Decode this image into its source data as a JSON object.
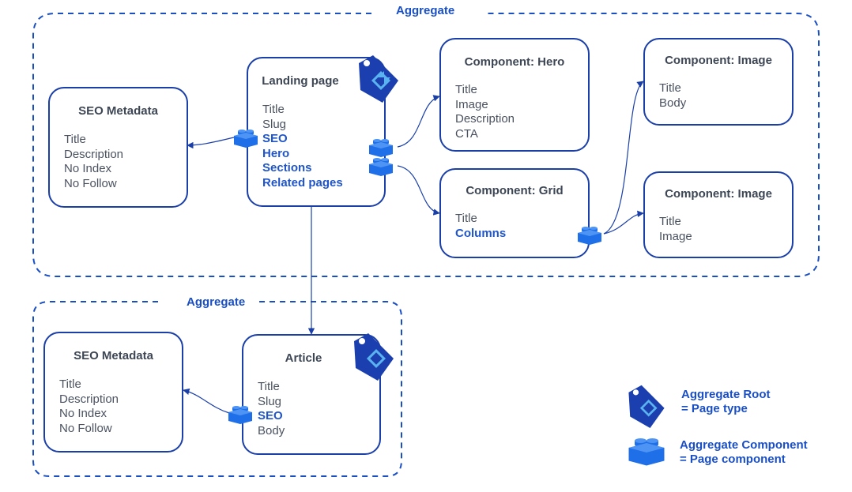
{
  "groups": [
    {
      "id": "aggregate-top",
      "label": "Aggregate"
    },
    {
      "id": "aggregate-bottom",
      "label": "Aggregate"
    }
  ],
  "nodes": {
    "seo_top": {
      "title": "SEO Metadata",
      "fields": [
        {
          "text": "Title",
          "link": false
        },
        {
          "text": "Description",
          "link": false
        },
        {
          "text": "No Index",
          "link": false
        },
        {
          "text": "No Follow",
          "link": false
        }
      ]
    },
    "landing": {
      "title": "Landing page",
      "fields": [
        {
          "text": "Title",
          "link": false
        },
        {
          "text": "Slug",
          "link": false
        },
        {
          "text": "SEO",
          "link": true
        },
        {
          "text": "Hero",
          "link": true
        },
        {
          "text": "Sections",
          "link": true
        },
        {
          "text": "Related pages",
          "link": true
        }
      ]
    },
    "hero": {
      "title": "Component: Hero",
      "fields": [
        {
          "text": "Title",
          "link": false
        },
        {
          "text": "Image",
          "link": false
        },
        {
          "text": "Description",
          "link": false
        },
        {
          "text": "CTA",
          "link": false
        }
      ]
    },
    "grid": {
      "title": "Component: Grid",
      "fields": [
        {
          "text": "Title",
          "link": false
        },
        {
          "text": "Columns",
          "link": true
        }
      ]
    },
    "image1": {
      "title": "Component: Image",
      "fields": [
        {
          "text": "Title",
          "link": false
        },
        {
          "text": "Body",
          "link": false
        }
      ]
    },
    "image2": {
      "title": "Component: Image",
      "fields": [
        {
          "text": "Title",
          "link": false
        },
        {
          "text": "Image",
          "link": false
        }
      ]
    },
    "seo_bottom": {
      "title": "SEO Metadata",
      "fields": [
        {
          "text": "Title",
          "link": false
        },
        {
          "text": "Description",
          "link": false
        },
        {
          "text": "No Index",
          "link": false
        },
        {
          "text": "No Follow",
          "link": false
        }
      ]
    },
    "article": {
      "title": "Article",
      "fields": [
        {
          "text": "Title",
          "link": false
        },
        {
          "text": "Slug",
          "link": false
        },
        {
          "text": "SEO",
          "link": true
        },
        {
          "text": "Body",
          "link": false
        }
      ]
    }
  },
  "edges": [
    {
      "from": "landing.SEO",
      "to": "seo_top"
    },
    {
      "from": "landing.Hero",
      "to": "hero"
    },
    {
      "from": "landing.Sections",
      "to": "grid"
    },
    {
      "from": "grid.Columns",
      "to": "image1"
    },
    {
      "from": "grid.Columns",
      "to": "image2"
    },
    {
      "from": "landing.Related pages",
      "to": "article"
    },
    {
      "from": "article.SEO",
      "to": "seo_bottom"
    }
  ],
  "legend": {
    "root": {
      "icon": "tag-icon",
      "line1": "Aggregate Root",
      "line2": "= Page type"
    },
    "component": {
      "icon": "block-icon",
      "line1": "Aggregate  Component",
      "line2": "= Page component"
    }
  },
  "colors": {
    "border": "#1a3fa8",
    "accent": "#1a4fc4",
    "link": "#1f55c9",
    "block": "#1f6fe8",
    "tag": "#1b3fae",
    "tag_inner": "#5ab3f0"
  }
}
